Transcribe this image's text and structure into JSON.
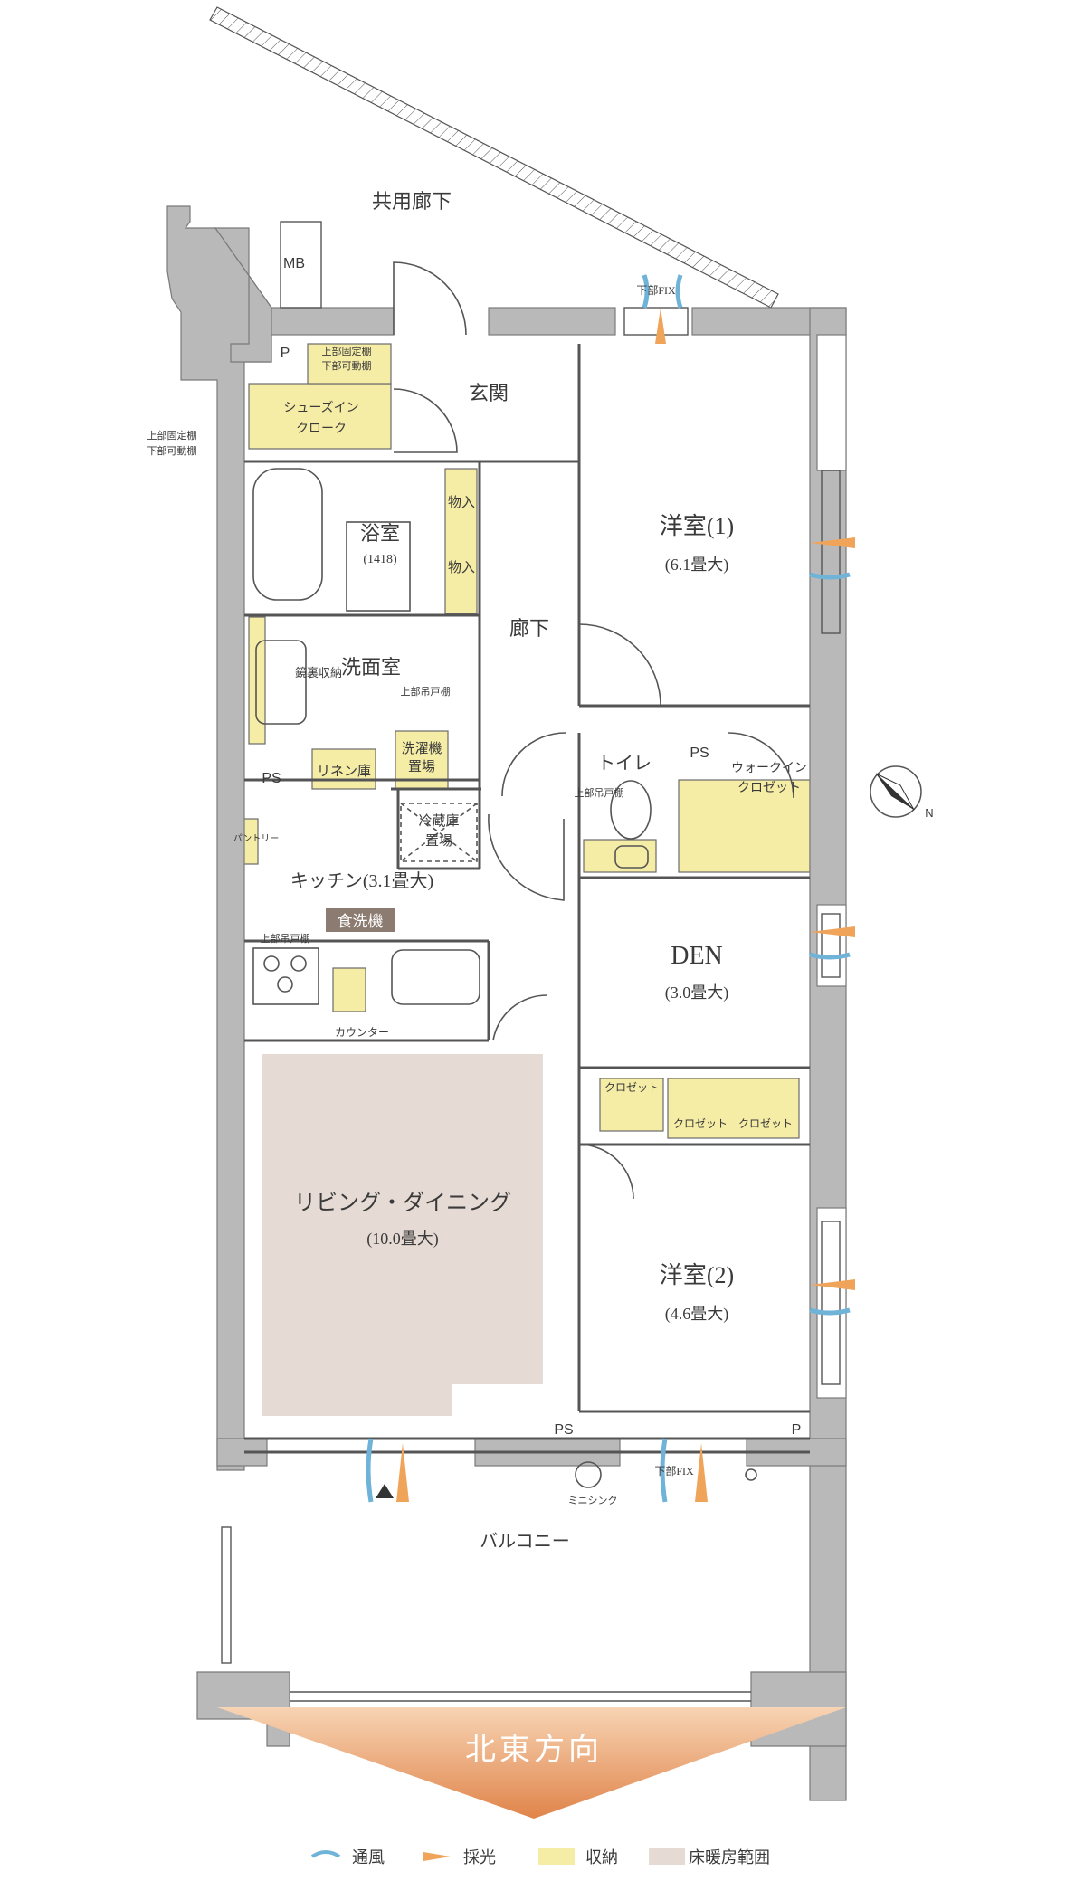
{
  "colors": {
    "wall": "#b9b9b9",
    "storage": "#f5eca6",
    "floor_heating": "#e6dbd4",
    "ventilation": "#6fb3d9",
    "daylight": "#f0a45a",
    "direction_gradient_top": "#f7d4b4",
    "direction_gradient_bottom": "#e0844a",
    "dishwasher_badge": "#8c7b70"
  },
  "exterior": {
    "common_corridor": "共用廊下",
    "mb": "MB",
    "fix_lower_top": "下部FIX",
    "fix_lower_bottom": "下部FIX",
    "mini_sink": "ミニシンク",
    "balcony": "バルコニー"
  },
  "rooms": {
    "entrance": "玄関",
    "shoes_in_closet": [
      "シューズイン",
      "クローク"
    ],
    "shelf_note_top": [
      "上部固定棚",
      "下部可動棚"
    ],
    "shelf_note_left": [
      "上部固定棚",
      "下部可動棚"
    ],
    "p_top": "P",
    "storage_1": "物入",
    "storage_2": "物入",
    "bath": "浴室",
    "bath_size": "(1418)",
    "hallway": "廊下",
    "western1": "洋室(1)",
    "western1_size": "(6.1畳大)",
    "washroom": "洗面室",
    "mirror_storage": "鏡裏収納",
    "upper_cabinet_wash": "上部吊戸棚",
    "linen": "リネン庫",
    "washing_machine": [
      "洗濯機",
      "置場"
    ],
    "ps_left": "PS",
    "fridge": [
      "冷蔵庫",
      "置場"
    ],
    "pantry": "パントリー",
    "kitchen": "キッチン(3.1畳大)",
    "dishwasher": "食洗機",
    "upper_cabinet_kitchen": "上部吊戸棚",
    "counter": "カウンター",
    "toilet": "トイレ",
    "toilet_cabinet": "上部吊戸棚",
    "ps_toilet": "PS",
    "walk_in_closet": [
      "ウォークイン",
      "クロゼット"
    ],
    "den": "DEN",
    "den_size": "(3.0畳大)",
    "closet_den": "クロゼット",
    "closet_w2a": "クロゼット",
    "closet_w2b": "クロゼット",
    "living": "リビング・ダイニング",
    "living_size": "(10.0畳大)",
    "western2": "洋室(2)",
    "western2_size": "(4.6畳大)",
    "ps_bottom": "PS",
    "p_bottom": "P"
  },
  "direction": "北東方向",
  "compass": "N",
  "legend": [
    {
      "key": "ventilation",
      "label": "通風"
    },
    {
      "key": "daylight",
      "label": "採光"
    },
    {
      "key": "storage",
      "label": "収納"
    },
    {
      "key": "floor_heating",
      "label": "床暖房範囲"
    }
  ]
}
